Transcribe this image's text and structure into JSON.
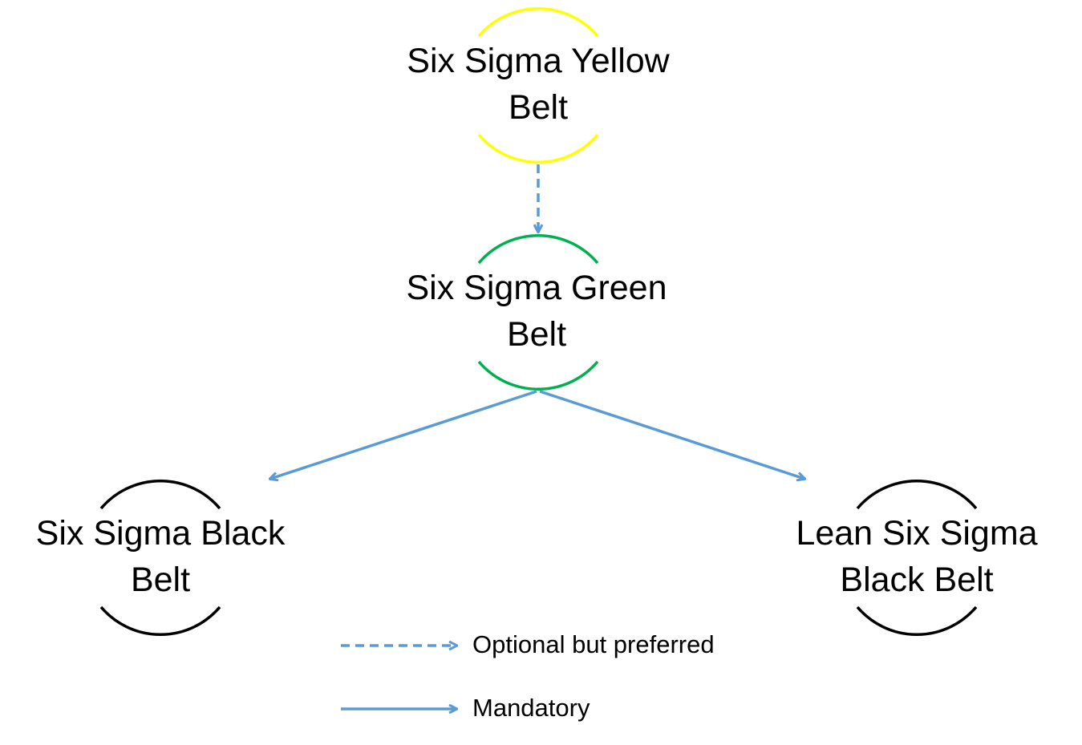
{
  "nodes": {
    "yellow": {
      "label_line1": "Six Sigma Yellow",
      "label_line2": "Belt",
      "color": "#FFFF00"
    },
    "green": {
      "label_line1": "Six Sigma Green",
      "label_line2": "Belt",
      "color": "#00B050"
    },
    "black": {
      "label_line1": "Six Sigma Black",
      "label_line2": "Belt",
      "color": "#000000"
    },
    "lean_black": {
      "label_line1": "Lean Six Sigma",
      "label_line2": "Black Belt",
      "color": "#000000"
    }
  },
  "edges": [
    {
      "from": "yellow",
      "to": "green",
      "type": "optional"
    },
    {
      "from": "green",
      "to": "black",
      "type": "mandatory"
    },
    {
      "from": "green",
      "to": "lean_black",
      "type": "mandatory"
    }
  ],
  "legend": {
    "optional_label": "Optional but preferred",
    "mandatory_label": "Mandatory"
  },
  "arrow_color": "#5B9BD5"
}
